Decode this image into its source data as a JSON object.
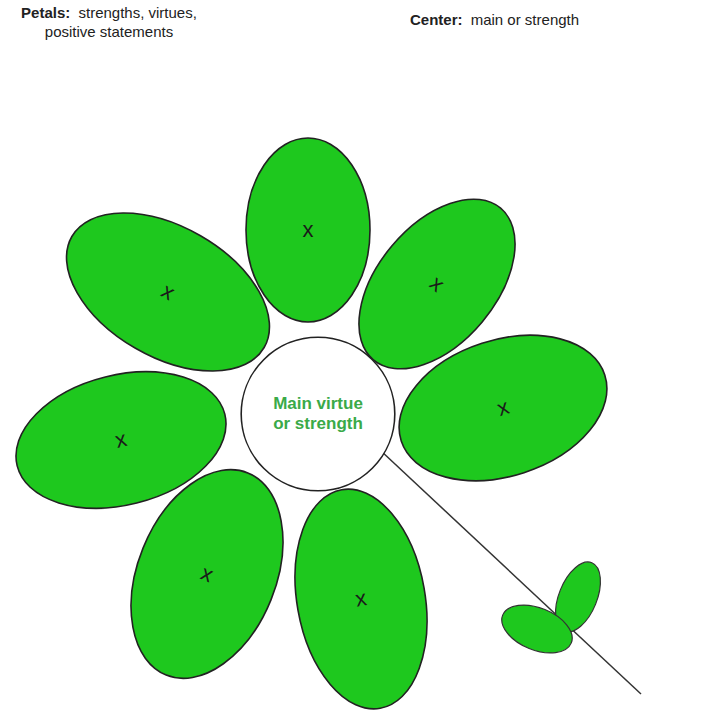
{
  "diagram": {
    "nodes": [
      {
        "text": [
          "x"
        ]
      },
      {
        "text": [
          "x"
        ]
      },
      {
        "text": [
          "x"
        ]
      },
      {
        "text": [
          "x"
        ]
      },
      {
        "text": [
          "x"
        ]
      },
      {
        "text": [
          "x"
        ]
      },
      {
        "text": [
          "x"
        ]
      },
      {
        "text": [
          "Main virtue or strength"
        ]
      }
    ],
    "labels": [
      "Petals:",
      "strengths, virtues, positive statements",
      "Center:",
      "main or strength"
    ]
  }
}
